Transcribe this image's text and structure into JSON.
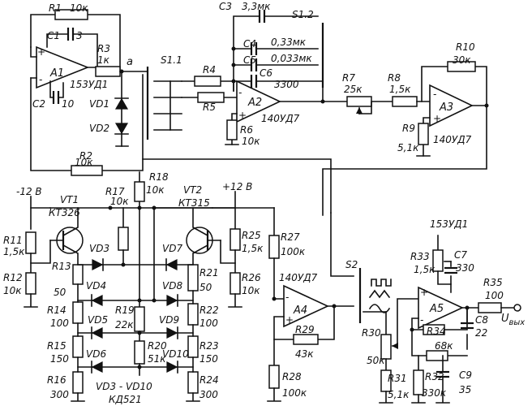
{
  "labels": {
    "r1": "R1",
    "r1v": "10к",
    "c3": "C3",
    "c3v": "3,3мк",
    "s12": "S1.2",
    "c1": "C1",
    "c1v": "3",
    "r3": "R3",
    "r3v": "1к",
    "node_a": "a",
    "a1": "A1",
    "a1t": "153УД1",
    "c2": "C2",
    "c2v": "10",
    "vd1": "VD1",
    "vd2": "VD2",
    "s11": "S1.1",
    "r4": "R4",
    "r5": "R5",
    "c4": "C4",
    "c4v": "0,33мк",
    "c5": "C5",
    "c5v": "0,033мк",
    "c6": "C6",
    "c6v": "3300",
    "a2": "A2",
    "a2t": "140УД7",
    "r6": "R6",
    "r6v": "10к",
    "r7": "R7",
    "r7v": "25к",
    "r8": "R8",
    "r8v": "1,5к",
    "r10": "R10",
    "r10v": "30к",
    "a3": "A3",
    "a3t": "140УД7",
    "r9": "R9",
    "r9v": "5,1к",
    "r2": "R2",
    "r2v": "10к",
    "r18": "R18",
    "r18v": "10к",
    "minus12": "-12 В",
    "vt1": "VT1",
    "vt1t": "КТ326",
    "r17": "R17",
    "r17v": "10к",
    "vt2": "VT2",
    "vt2t": "КТ315",
    "plus12": "+12 В",
    "r11": "R11",
    "r11v": "1,5к",
    "vd3": "VD3",
    "vd7": "VD7",
    "r25": "R25",
    "r25v": "1,5к",
    "r27": "R27",
    "r27v": "100к",
    "a5t": "153УД1",
    "r13": "R13",
    "r13v": "50",
    "r12": "R12",
    "r12v": "10к",
    "r21": "R21",
    "r21v": "50",
    "r26": "R26",
    "r26v": "10к",
    "s2": "S2",
    "r33": "R33",
    "r33v": "1,5к",
    "c7": "C7",
    "c7v": "330",
    "vd4": "VD4",
    "vd8": "VD8",
    "a4t": "140УД7",
    "a4": "A4",
    "r35": "R35",
    "r35v": "100",
    "r14": "R14",
    "r14v": "100",
    "r22": "R22",
    "r22v": "100",
    "a5": "A5",
    "uout": "U",
    "uout_sub": "вых",
    "r19": "R19",
    "r19v": "22к",
    "vd5": "VD5",
    "vd9": "VD9",
    "r29": "R29",
    "r29v": "43к",
    "r34": "R34",
    "c8": "C8",
    "c8v": "22",
    "r15": "R15",
    "r15v": "150",
    "r20": "R20",
    "r20v": "51к",
    "r23": "R23",
    "r23v": "150",
    "vd6": "VD6",
    "vd10": "VD10",
    "r30": "R30",
    "r30v": "50к",
    "r34v": "68к",
    "r16": "R16",
    "r16v": "300",
    "vdrange": "VD3 - VD10",
    "vdtype": "КД521",
    "r24": "R24",
    "r24v": "300",
    "r28": "R28",
    "r28v": "100к",
    "r31": "R31",
    "r31v": "5,1к",
    "r32": "R32",
    "r32v": "330к",
    "c9": "C9",
    "c9v": "35",
    "plus": "+",
    "minus": "-"
  }
}
